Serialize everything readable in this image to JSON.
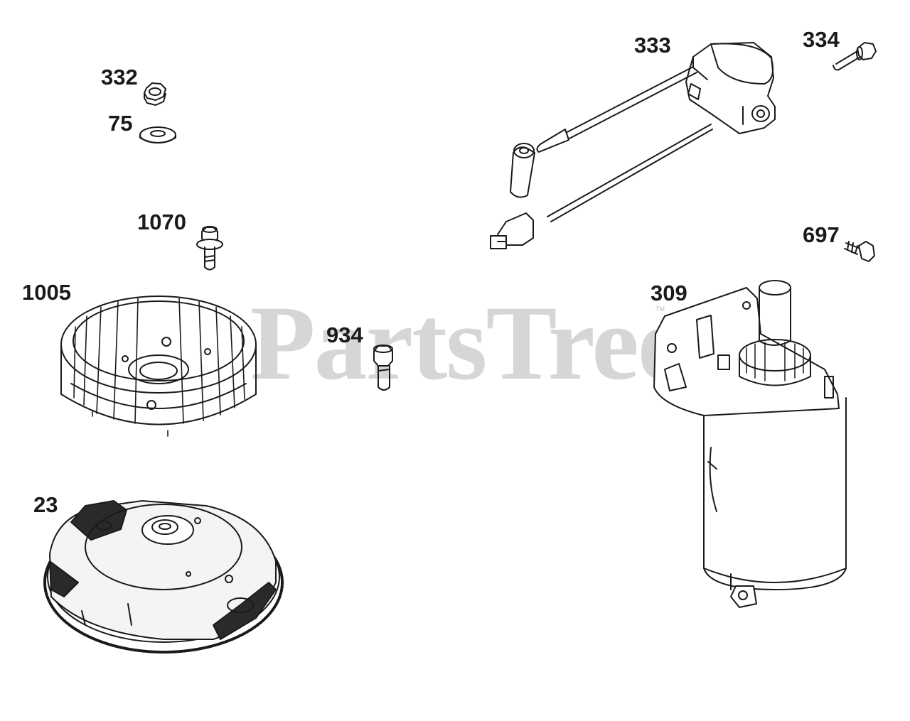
{
  "watermark": {
    "text": "PartsTree",
    "tm": "TM"
  },
  "callouts": {
    "p332": "332",
    "p75": "75",
    "p1070": "1070",
    "p1005": "1005",
    "p934": "934",
    "p23": "23",
    "p333": "333",
    "p334": "334",
    "p697": "697",
    "p309": "309"
  },
  "colors": {
    "line": "#1a1a1a",
    "watermark": "#cfcfcf",
    "background": "#ffffff"
  }
}
